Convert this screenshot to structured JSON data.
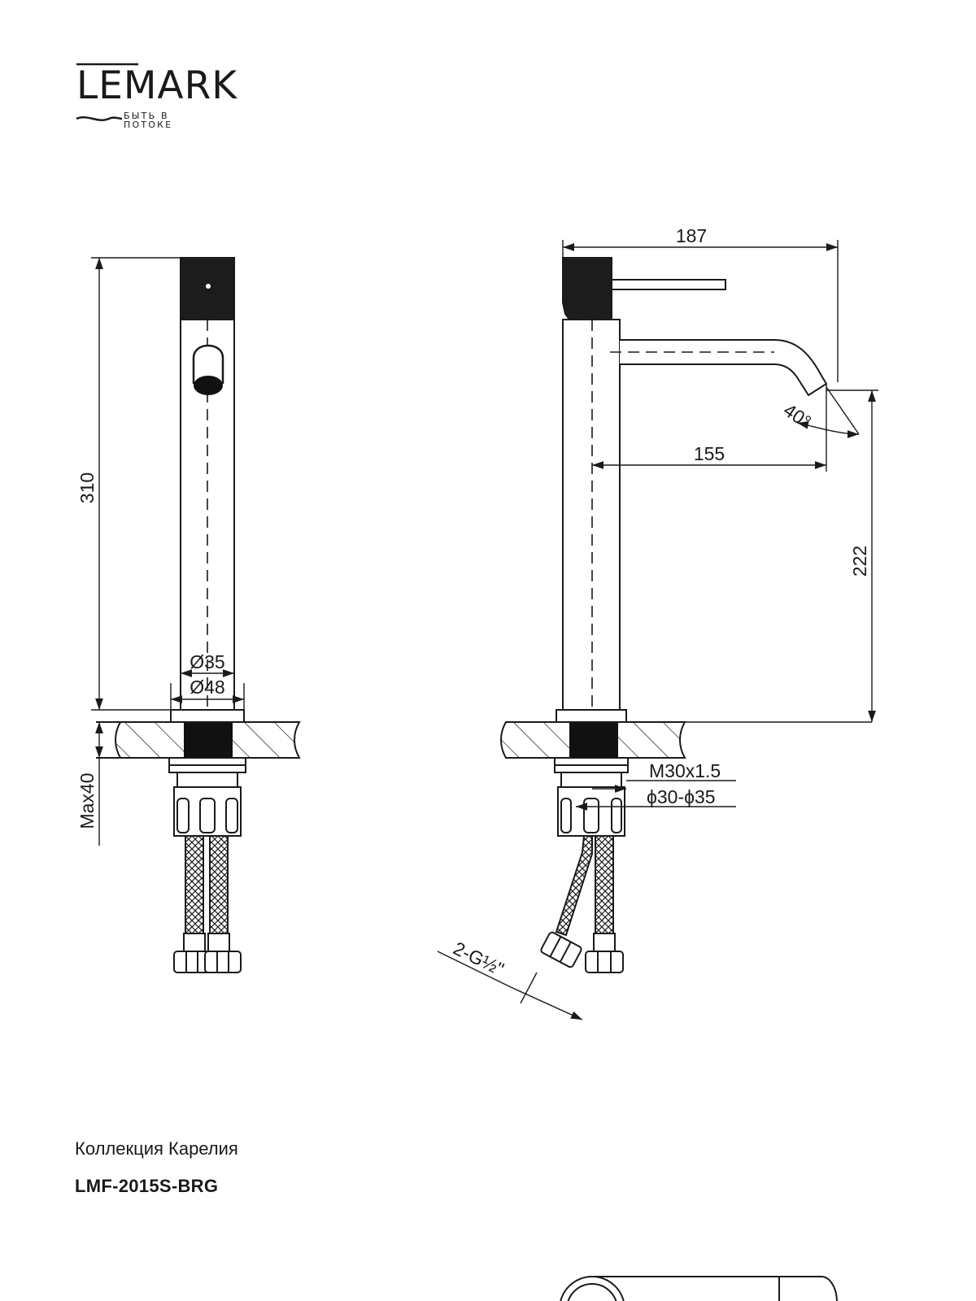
{
  "logo": {
    "brand": "LEMARK",
    "tagline": "БЫТЬ В ПОТОКЕ"
  },
  "drawing": {
    "front_view": {
      "height_total": "310",
      "diameter_body": "Ø35",
      "diameter_base": "Ø48",
      "max_thickness": "Max40"
    },
    "side_view": {
      "overall_reach": "187",
      "spout_reach": "155",
      "spout_height": "222",
      "spout_angle": "40°",
      "thread": "M30x1.5",
      "hole_diameter": "ϕ30-ϕ35",
      "hose_connection": "2-G½\""
    }
  },
  "footer": {
    "collection": "Коллекция Карелия",
    "model": "LMF-2015S-BRG"
  },
  "colors": {
    "line": "#1a1a1a",
    "fill_dark": "#111111",
    "background": "#ffffff"
  }
}
